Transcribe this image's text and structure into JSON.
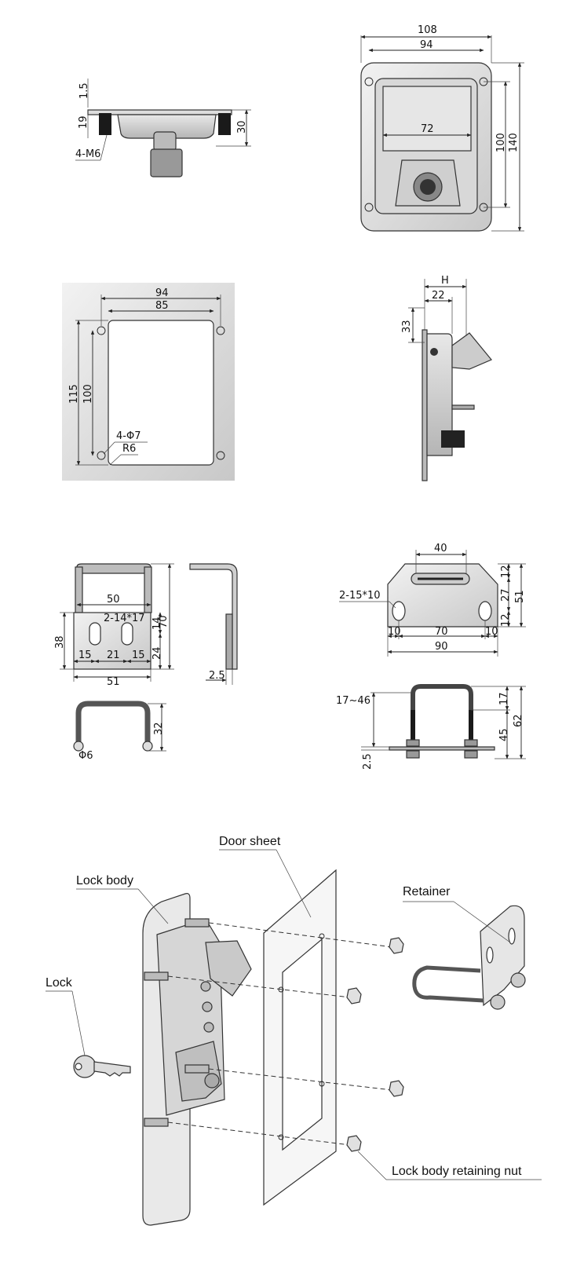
{
  "colors": {
    "ink": "#222222",
    "metal": "#cfcfcf",
    "metal_dark": "#9a9a9a",
    "black": "#1a1a1a",
    "plate": "#e4e4e4"
  },
  "views": {
    "side_top": {
      "d_1_5": "1.5",
      "d_19": "19",
      "d_30": "30",
      "d_m6": "4-M6"
    },
    "front": {
      "d_108": "108",
      "d_94": "94",
      "d_72": "72",
      "d_100": "100",
      "d_140": "140"
    },
    "cutout": {
      "d_94": "94",
      "d_85": "85",
      "d_115": "115",
      "d_100": "100",
      "d_hole": "4-Φ7",
      "d_r6": "R6"
    },
    "side_right": {
      "d_h": "H",
      "d_22": "22",
      "d_33": "33"
    },
    "bracket": {
      "d_50": "50",
      "d_slot": "2-14*17",
      "d_38": "38",
      "d_14": "14",
      "d_70": "70",
      "d_24": "24",
      "d_15a": "15",
      "d_21": "21",
      "d_15b": "15",
      "d_51": "51",
      "d_2_5": "2.5",
      "d_32": "32",
      "d_phi6": "Φ6"
    },
    "retainer_plate": {
      "d_40": "40",
      "d_slot": "2-15*10",
      "d_12a": "12",
      "d_27": "27",
      "d_12b": "12",
      "d_51": "51",
      "d_10a": "10",
      "d_70": "70",
      "d_10b": "10",
      "d_90": "90"
    },
    "retainer_side": {
      "d_range": "17~46",
      "d_17": "17",
      "d_45": "45",
      "d_62": "62",
      "d_2_5": "2.5"
    }
  },
  "assembly": {
    "door_sheet": "Door sheet",
    "lock_body": "Lock body",
    "retainer": "Retainer",
    "lock": "Lock",
    "nut": "Lock body retaining nut"
  }
}
